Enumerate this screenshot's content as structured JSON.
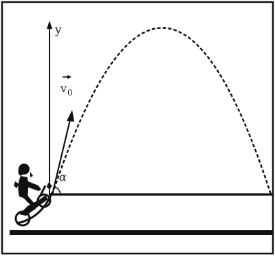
{
  "diagram": {
    "labels": {
      "y_axis": "y",
      "velocity_base": "v",
      "velocity_subscript": "0",
      "angle": "α"
    },
    "colors": {
      "ink": "#111111",
      "background": "#ffffff"
    },
    "elements": [
      "figure-frame",
      "y-axis-line",
      "ground-surface",
      "thick-base-line",
      "trajectory-curve",
      "velocity-vector-arrow",
      "angle-arc",
      "vector-overline-arrow",
      "motorcycle-rider-figure"
    ]
  }
}
